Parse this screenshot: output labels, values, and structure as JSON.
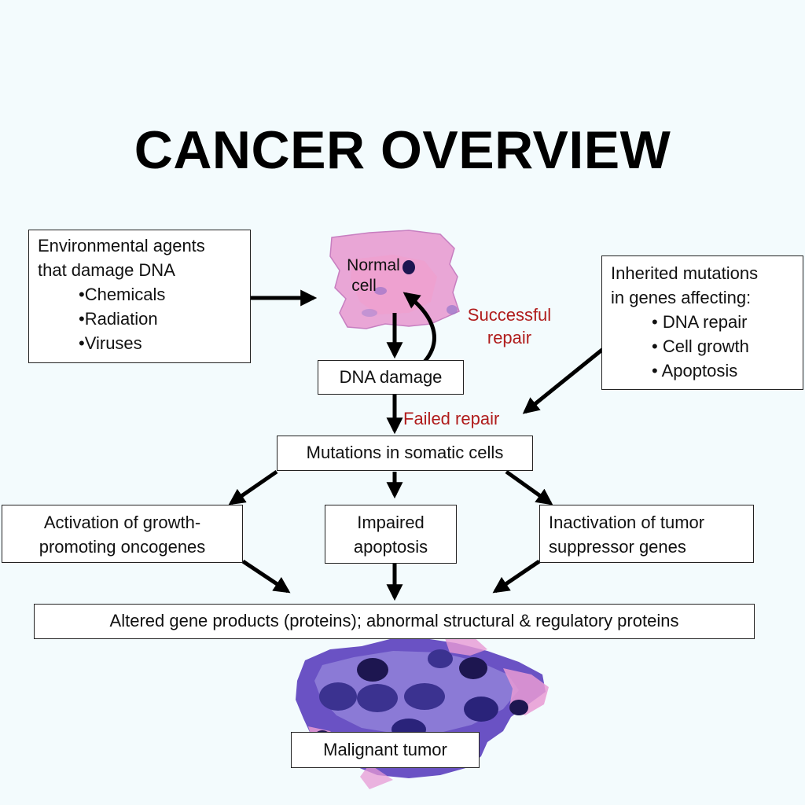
{
  "title": "CANCER OVERVIEW",
  "env_box": {
    "heading_line1": "Environmental agents",
    "heading_line2": "that damage DNA",
    "items": [
      "•Chemicals",
      "•Radiation",
      "•Viruses"
    ]
  },
  "normal_cell": {
    "line1": "Normal",
    "line2": "cell"
  },
  "successful_repair": {
    "line1": "Successful",
    "line2": "repair"
  },
  "inherited_box": {
    "heading_line1": "Inherited mutations",
    "heading_line2": "in genes affecting:",
    "items": [
      "• DNA repair",
      "• Cell growth",
      "• Apoptosis"
    ]
  },
  "dna_damage": "DNA damage",
  "failed_repair": "Failed repair",
  "mutations": "Mutations in somatic cells",
  "activation": {
    "line1": "Activation of growth-",
    "line2": "promoting oncogenes"
  },
  "impaired": {
    "line1": "Impaired",
    "line2": "apoptosis"
  },
  "inactivation": {
    "line1": "Inactivation of tumor",
    "line2": "suppressor genes"
  },
  "altered": "Altered gene products (proteins); abnormal structural & regulatory proteins",
  "malignant": "Malignant tumor",
  "colors": {
    "background": "#f3fbfd",
    "red_text": "#b01c1c",
    "cell_pink": "#e79ad4",
    "cell_purple": "#6a52c4",
    "nucleus": "#1d1650"
  }
}
